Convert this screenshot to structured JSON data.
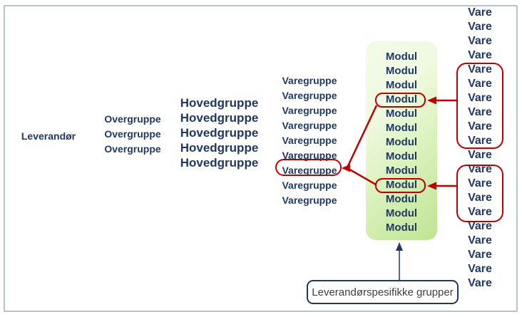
{
  "colors": {
    "navy": "#1f3864",
    "red": "#c00000",
    "frame": "#b9c3cc",
    "green-a": "#f0fae2",
    "green-b": "#bfe493",
    "callout-text": "#3f3f3f"
  },
  "diagram": {
    "levels": {
      "leverandor": [
        "Leverandør"
      ],
      "overgruppe": [
        "Overgruppe",
        "Overgruppe",
        "Overgruppe"
      ],
      "hovedgruppe": [
        "Hovedgruppe",
        "Hovedgruppe",
        "Hovedgruppe",
        "Hovedgruppe",
        "Hovedgruppe"
      ],
      "varegruppe": [
        "Varegruppe",
        "Varegruppe",
        "Varegruppe",
        "Varegruppe",
        "Varegruppe",
        "Varegruppe",
        "Varegruppe",
        "Varegruppe",
        "Varegruppe"
      ],
      "modul": [
        "Modul",
        "Modul",
        "Modul",
        "Modul",
        "Modul",
        "Modul",
        "Modul",
        "Modul",
        "Modul",
        "Modul",
        "Modul",
        "Modul",
        "Modul"
      ],
      "vare": [
        "Vare",
        "Vare",
        "Vare",
        "Vare",
        "Vare",
        "Vare",
        "Vare",
        "Vare",
        "Vare",
        "Vare",
        "Vare",
        "Vare",
        "Vare",
        "Vare",
        "Vare",
        "Vare",
        "Vare",
        "Vare",
        "Vare",
        "Vare"
      ]
    },
    "highlights": {
      "varegruppe_item": 7,
      "modul_items": [
        4,
        10
      ],
      "vare_groups": [
        {
          "first_item": 5,
          "last_item": 10
        },
        {
          "first_item": 12,
          "last_item": 15
        }
      ]
    },
    "callout_label": "Leverandørspesifikke grupper"
  }
}
